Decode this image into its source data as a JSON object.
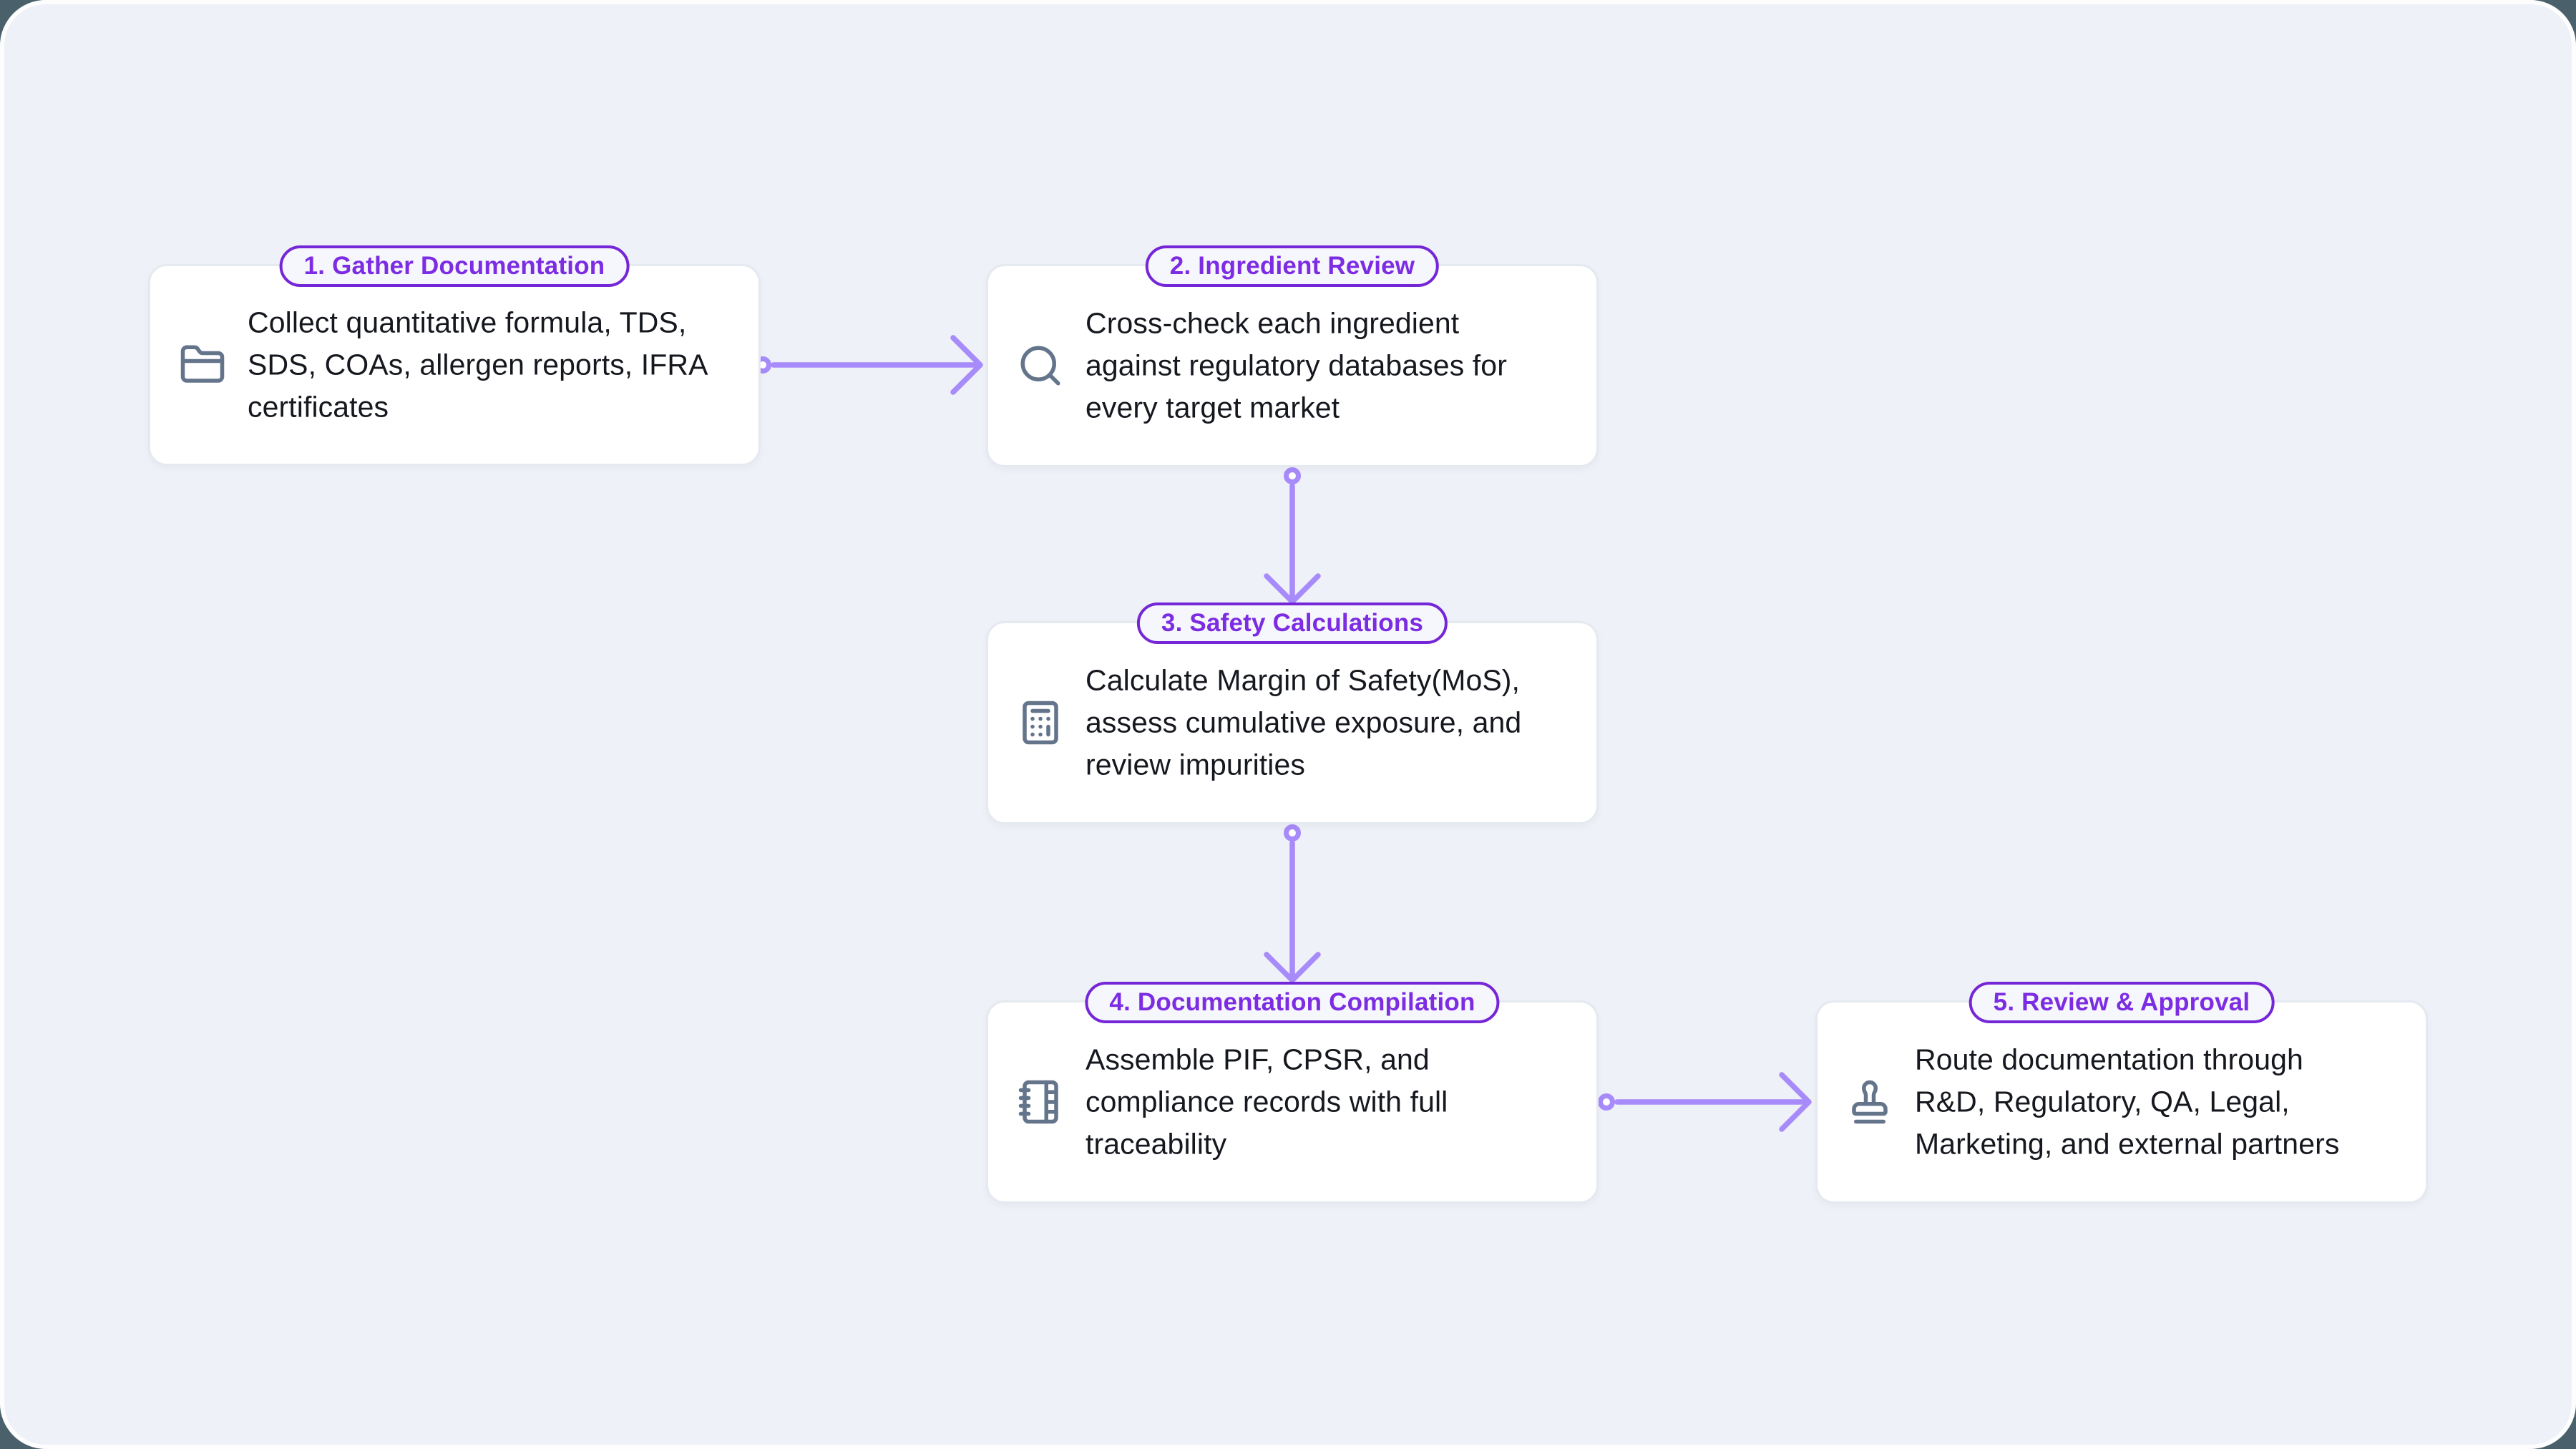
{
  "canvas": {
    "background": "#eef1f7",
    "outside_background": "#4a616b"
  },
  "colors": {
    "badge_text": "#7c2ce2",
    "badge_border": "#7526d6",
    "badge_background": "#f6f7fc",
    "arrow": "#a78bfa",
    "icon": "#64748b",
    "card_background": "#ffffff",
    "card_border": "#e5e9f0",
    "body_text": "#15181e"
  },
  "steps": [
    {
      "badge": "1. Gather Documentation",
      "icon": "folder-closed-icon",
      "description": "Collect quantitative formula, TDS,\nSDS, COAs, allergen reports, IFRA\ncertificates"
    },
    {
      "badge": "2. Ingredient Review",
      "icon": "search-icon",
      "description": "Cross-check each ingredient\nagainst regulatory databases for\nevery target market"
    },
    {
      "badge": "3. Safety Calculations",
      "icon": "calculator-icon",
      "description": "Calculate Margin of Safety(MoS),\nassess cumulative exposure, and\nreview impurities"
    },
    {
      "badge": "4. Documentation Compilation",
      "icon": "notebook-tabs-icon",
      "description": "Assemble PIF, CPSR, and\ncompliance records with full\ntraceability"
    },
    {
      "badge": "5. Review & Approval",
      "icon": "stamp-icon",
      "description": "Route documentation through\nR&D, Regulatory, QA, Legal,\nMarketing, and external partners"
    }
  ],
  "connections": [
    {
      "from": "1. Gather Documentation",
      "to": "2. Ingredient Review",
      "direction": "right"
    },
    {
      "from": "2. Ingredient Review",
      "to": "3. Safety Calculations",
      "direction": "down"
    },
    {
      "from": "3. Safety Calculations",
      "to": "4. Documentation Compilation",
      "direction": "down"
    },
    {
      "from": "4. Documentation Compilation",
      "to": "5. Review & Approval",
      "direction": "right"
    }
  ]
}
